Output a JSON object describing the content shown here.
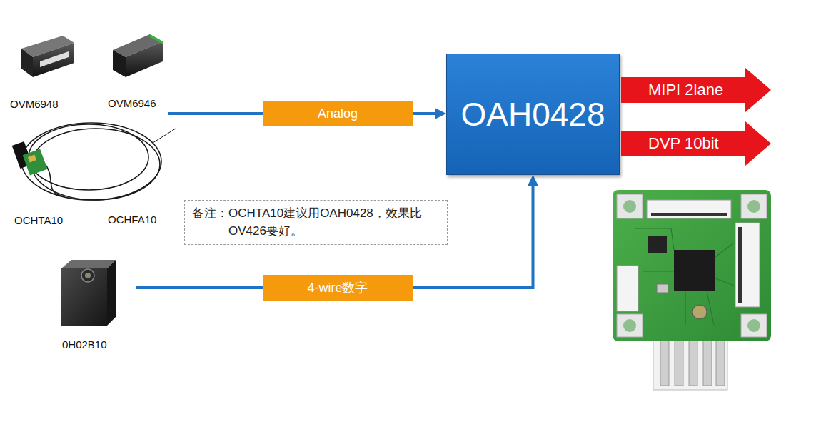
{
  "diagram": {
    "nodes": [
      {
        "text": [
          "Analog"
        ]
      },
      {
        "text": [
          "OAH0428"
        ]
      },
      {
        "text": [
          "MIPI 2lane"
        ]
      },
      {
        "text": [
          "DVP 10bit"
        ]
      },
      {
        "text": [
          "备注：OCHTA10建议用OAH0428，效果比OV426要好。"
        ]
      },
      {
        "text": [
          "4-wire数字"
        ]
      }
    ],
    "edges": [
      {
        "from": 0,
        "to": 1,
        "arrow": "to"
      },
      {
        "from": 5,
        "to": 1,
        "arrow": "to"
      }
    ],
    "labels": [
      "OVM6948",
      "OVM6946",
      "OCHTA10",
      "OCHFA10",
      "0H02B10"
    ]
  }
}
